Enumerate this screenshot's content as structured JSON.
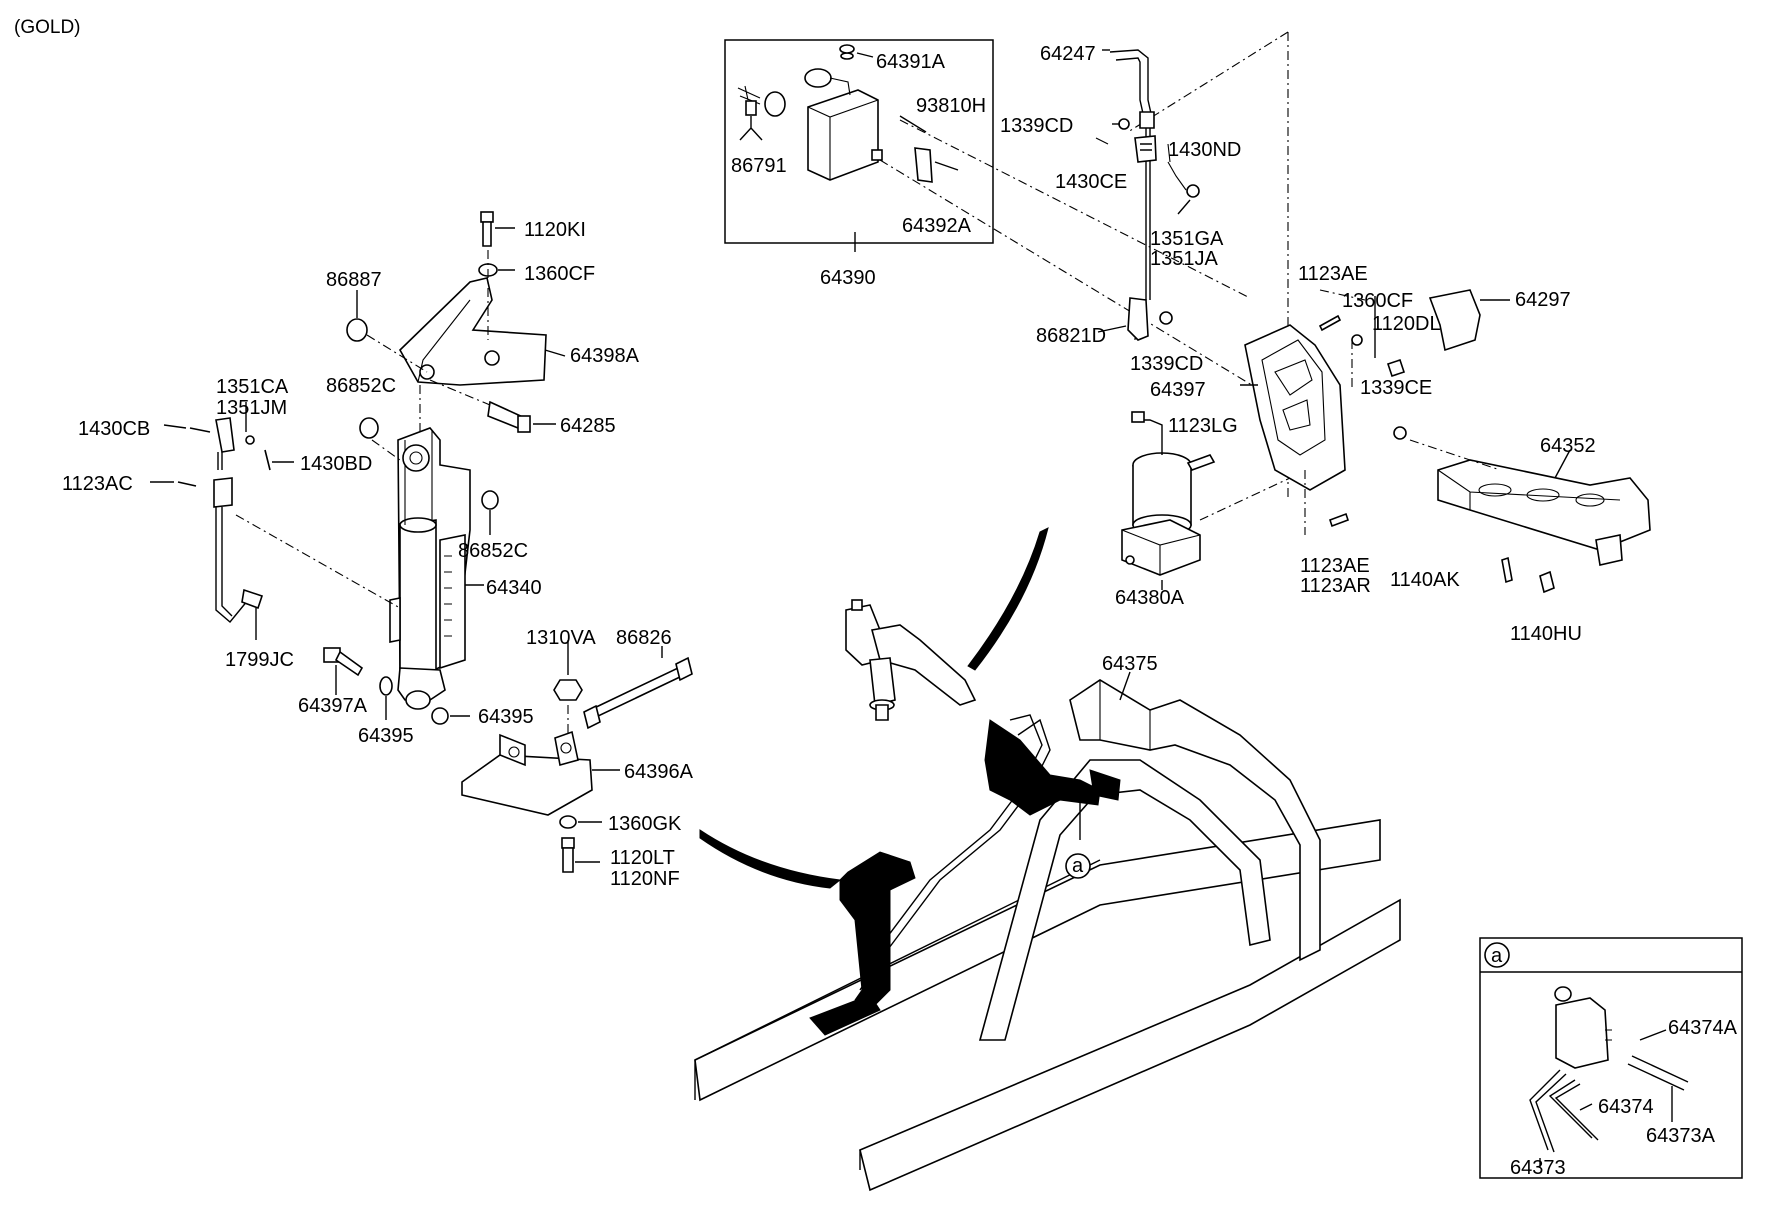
{
  "header": {
    "variant": "(GOLD)"
  },
  "labels": {
    "p64391A": "64391A",
    "p93810H": "93810H",
    "p86791": "86791",
    "p64392A": "64392A",
    "p64390": "64390",
    "p64247": "64247",
    "p1339CD_a": "1339CD",
    "p1430ND": "1430ND",
    "p1430CE": "1430CE",
    "p1351GA": "1351GA",
    "p1351JA": "1351JA",
    "p86821D": "86821D",
    "p1339CD_b": "1339CD",
    "p64397": "64397",
    "p1123LG": "1123LG",
    "p64380A": "64380A",
    "p1123AE_a": "1123AE",
    "p1360CF_a": "1360CF",
    "p1120DL": "1120DL",
    "p1339CE": "1339CE",
    "p64297": "64297",
    "p64352": "64352",
    "p1123AE_b": "1123AE",
    "p1123AR": "1123AR",
    "p1140AK": "1140AK",
    "p1140HU": "1140HU",
    "p1120KI": "1120KI",
    "p1360CF_b": "1360CF",
    "p86887": "86887",
    "p64398A": "64398A",
    "p86852C_a": "86852C",
    "p64285": "64285",
    "p1351CA": "1351CA",
    "p1351JM": "1351JM",
    "p1430CB": "1430CB",
    "p1430BD": "1430BD",
    "p1123AC": "1123AC",
    "p86852C_b": "86852C",
    "p64340": "64340",
    "p1799JC": "1799JC",
    "p1310VA": "1310VA",
    "p86826": "86826",
    "p64397A": "64397A",
    "p64395_a": "64395",
    "p64395_b": "64395",
    "p64396A": "64396A",
    "p1360GK": "1360GK",
    "p1120LT": "1120LT",
    "p1120NF": "1120NF",
    "p64375": "64375",
    "callout_a": "a",
    "p64374A": "64374A",
    "p64374": "64374",
    "p64373A": "64373A",
    "p64373": "64373"
  },
  "detail_box": {
    "marker": "a"
  }
}
